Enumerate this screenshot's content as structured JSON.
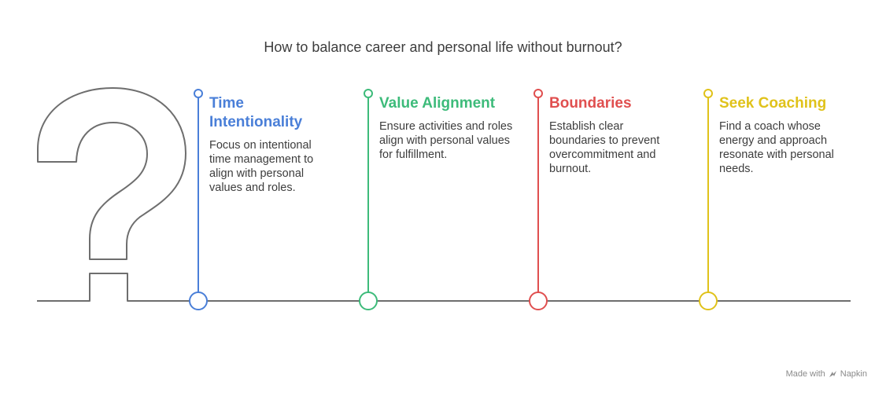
{
  "title": "How to balance career and personal life without burnout?",
  "steps": [
    {
      "title": "Time Intentionality",
      "description": "Focus on intentional time management to align with personal values and roles.",
      "color": "#4a7fd8"
    },
    {
      "title": "Value Alignment",
      "description": "Ensure activities and roles align with personal values for fulfillment.",
      "color": "#3dbb7a"
    },
    {
      "title": "Boundaries",
      "description": "Establish clear boundaries to prevent overcommitment and burnout.",
      "color": "#e04f4f"
    },
    {
      "title": "Seek Coaching",
      "description": "Find a coach whose energy and approach resonate with personal needs.",
      "color": "#e0c21a"
    }
  ],
  "icons": {
    "decoration": "question-mark-icon",
    "credit_logo": "napkin-logo-icon"
  },
  "colors": {
    "line": "#6e6e6e",
    "text": "#3d3d3d"
  },
  "credit": {
    "prefix": "Made with",
    "brand": "Napkin"
  }
}
